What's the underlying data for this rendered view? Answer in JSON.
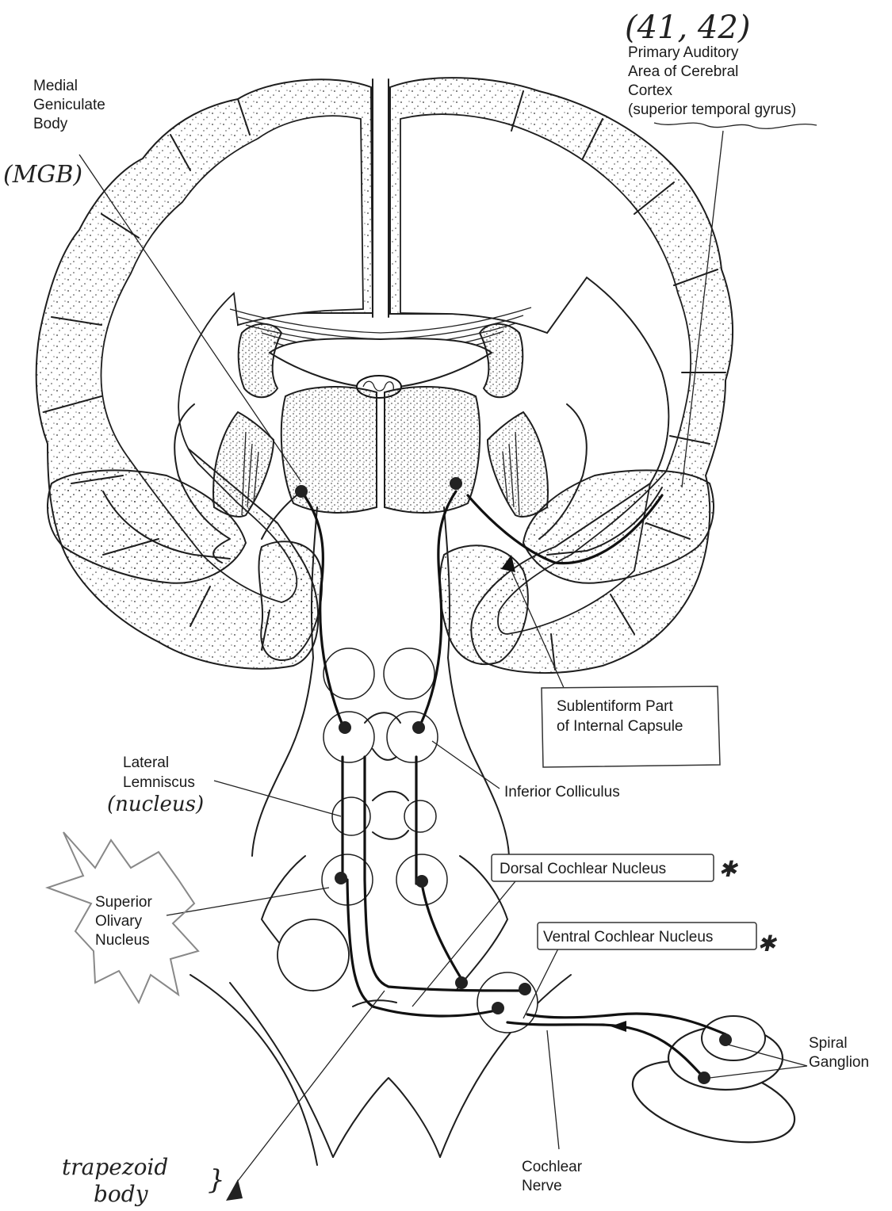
{
  "labels": {
    "mgb": {
      "lines": [
        "Medial",
        "Geniculate",
        "Body"
      ]
    },
    "mgb_abbrev": "(MGB)",
    "area_numbers": "(41, 42)",
    "auditory_cortex": {
      "lines": [
        "Primary Auditory",
        "Area of Cerebral",
        "Cortex",
        "(superior temporal gyrus)"
      ]
    },
    "sublentiform": {
      "lines": [
        "Sublentiform Part",
        "of Internal Capsule"
      ]
    },
    "lateral_lemniscus": {
      "lines": [
        "Lateral",
        "Lemniscus"
      ]
    },
    "lemniscus_nucleus": "(nucleus)",
    "inferior_colliculus": "Inferior Colliculus",
    "dorsal_cochlear": "Dorsal Cochlear Nucleus",
    "ventral_cochlear": "Ventral Cochlear Nucleus",
    "superior_olivary": {
      "lines": [
        "Superior",
        "Olivary",
        "Nucleus"
      ]
    },
    "spiral_ganglion": {
      "lines": [
        "Spiral",
        "Ganglion"
      ]
    },
    "cochlear_nerve": {
      "lines": [
        "Cochlear",
        "Nerve"
      ]
    },
    "trapezoid_body": {
      "lines": [
        "trapezoid",
        "body"
      ]
    }
  },
  "marks": {
    "star": "✱",
    "brace": "}"
  }
}
